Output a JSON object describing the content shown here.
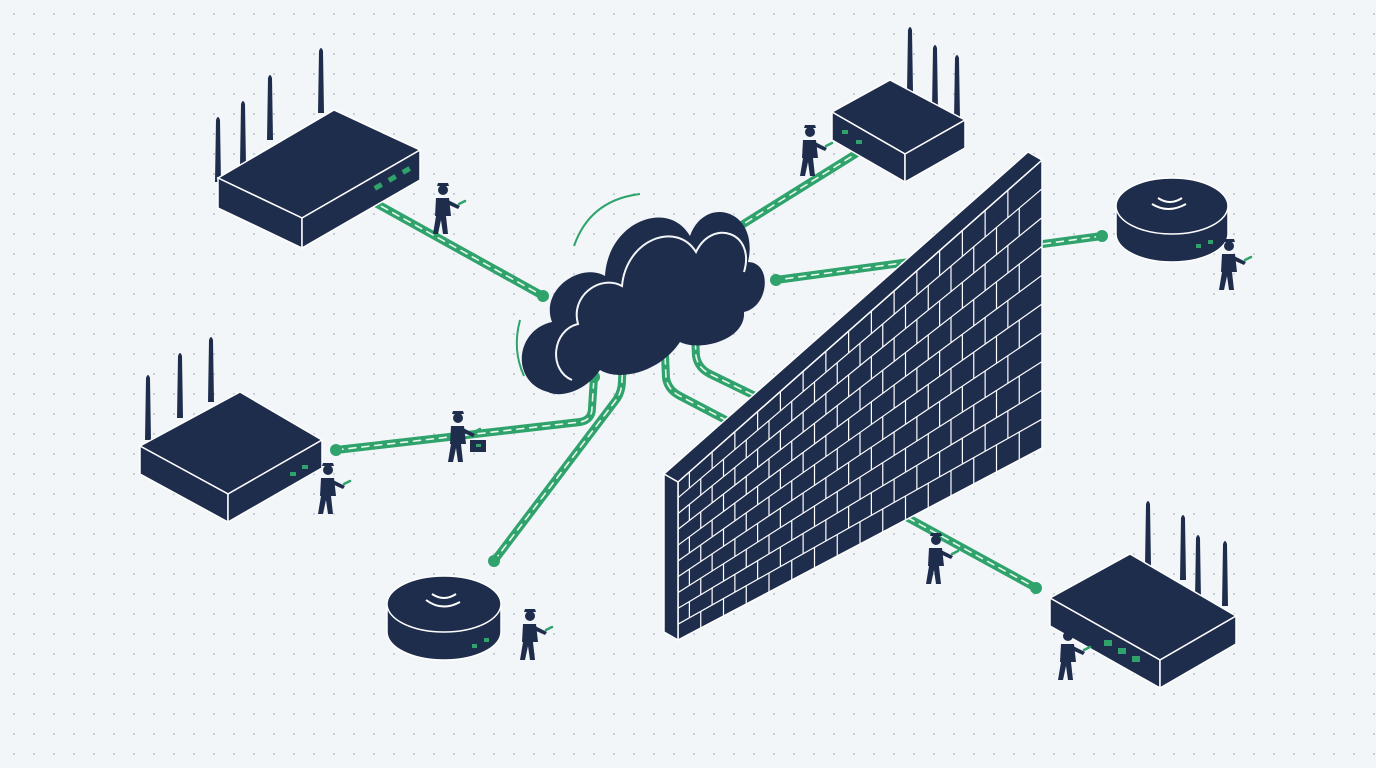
{
  "scene": {
    "description_free": true,
    "colors": {
      "background": "#f3f6f9",
      "grid_dot": "#c7cfd8",
      "device": "#1f2d4d",
      "device_edge": "#ffffff",
      "cable": "#2fa36b",
      "cable_dash": "#e9f7ef",
      "led": "#2fa36b"
    },
    "elements": [
      {
        "name": "cloud-icon"
      },
      {
        "name": "firewall-brick-wall"
      },
      {
        "name": "router-top-left",
        "antennas": 4
      },
      {
        "name": "router-top-right",
        "antennas": 3
      },
      {
        "name": "router-mid-left",
        "antennas": 3
      },
      {
        "name": "router-bottom-right",
        "antennas": 4
      },
      {
        "name": "access-point-right"
      },
      {
        "name": "access-point-bottom"
      },
      {
        "name": "technician-figures",
        "count": 8
      }
    ]
  }
}
